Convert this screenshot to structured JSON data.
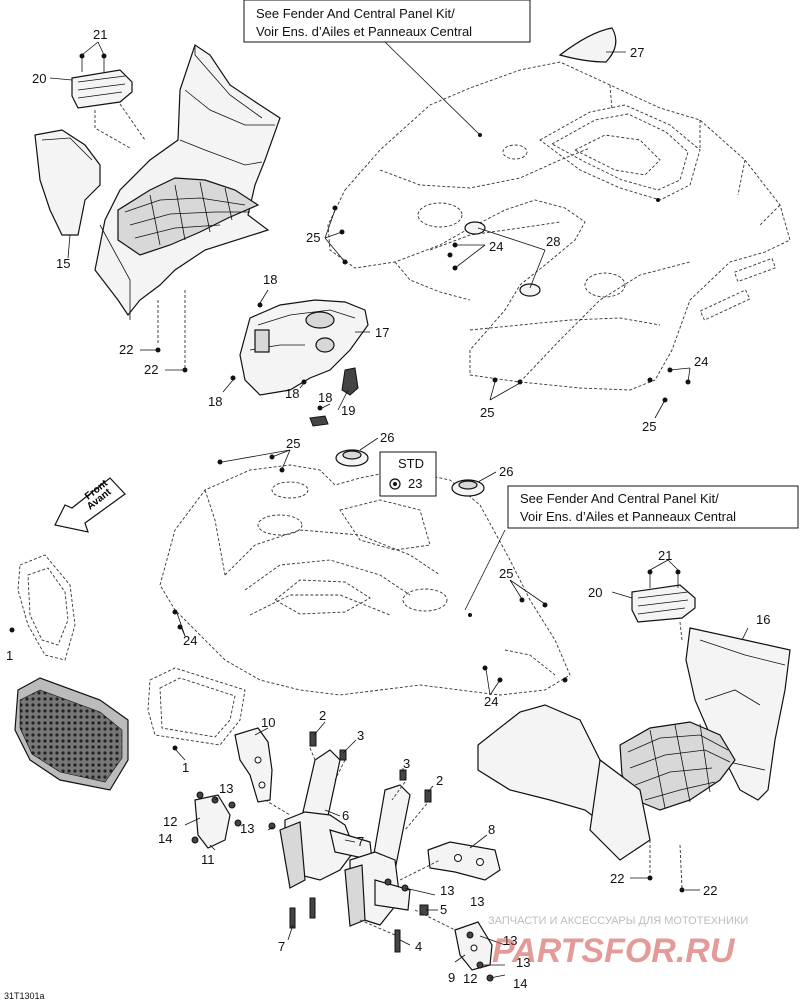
{
  "callouts": {
    "kit_top": [
      "See Fender And Central Panel Kit/",
      "Voir Ens. d’Ailes et Panneaux Central"
    ],
    "kit_bottom": [
      "See Fender And Central Panel Kit/",
      "Voir Ens. d’Ailes et Panneaux Central"
    ],
    "std": "STD",
    "front_arrow": [
      "Front",
      "Avant"
    ]
  },
  "part_numbers": {
    "n1a": "1",
    "n1b": "1",
    "n2a": "2",
    "n2b": "2",
    "n3a": "3",
    "n3b": "3",
    "n4": "4",
    "n5": "5",
    "n6": "6",
    "n7a": "7",
    "n7b": "7",
    "n8": "8",
    "n9": "9",
    "n10": "10",
    "n11": "11",
    "n12a": "12",
    "n12b": "12",
    "n13a": "13",
    "n13b": "13",
    "n13c": "13",
    "n13d": "13",
    "n13e": "13",
    "n13f": "13",
    "n14a": "14",
    "n14b": "14",
    "n15": "15",
    "n16": "16",
    "n17": "17",
    "n18a": "18",
    "n18b": "18",
    "n18c": "18",
    "n18d": "18",
    "n19": "19",
    "n20a": "20",
    "n20b": "20",
    "n21a": "21",
    "n21b": "21",
    "n22a": "22",
    "n22b": "22",
    "n22c": "22",
    "n22d": "22",
    "n23": "23",
    "n24a": "24",
    "n24b": "24",
    "n24c": "24",
    "n24d": "24",
    "n25a": "25",
    "n25b": "25",
    "n25c": "25",
    "n25d": "25",
    "n25e": "25",
    "n26a": "26",
    "n26b": "26",
    "n27": "27",
    "n28": "28"
  },
  "figure_code": "31T1301a",
  "watermark": {
    "caption": "ЗАПЧАСТИ И АКСЕССУАРЫ ДЛЯ МОТОТЕХНИКИ",
    "logo": "PARTSFOR.RU"
  }
}
